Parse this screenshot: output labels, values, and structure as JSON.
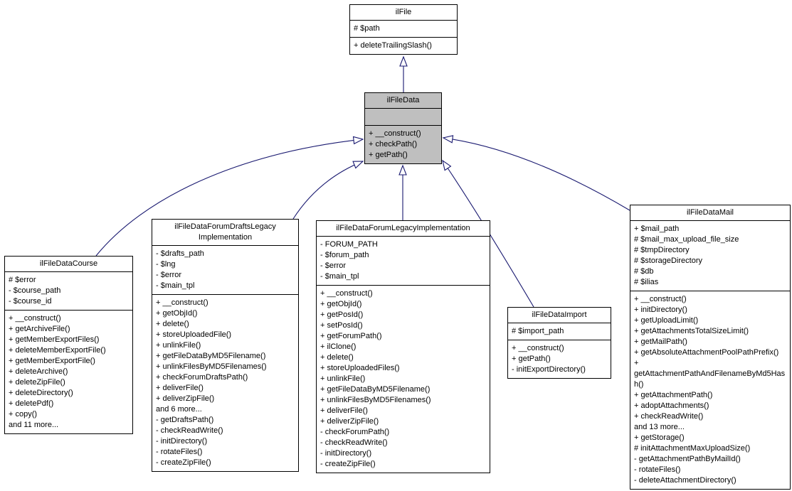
{
  "colors": {
    "node_fill": "#ffffff",
    "highlight_fill": "#bfbfbf",
    "node_border": "#000000",
    "arrow": "#191970"
  },
  "classes": {
    "file": {
      "title": "ilFile",
      "attributes": [
        "# $path"
      ],
      "methods": [
        "+ deleteTrailingSlash()"
      ]
    },
    "fileData": {
      "title": "ilFileData",
      "attributes": [],
      "methods": [
        "+ __construct()",
        "+ checkPath()",
        "+ getPath()"
      ]
    },
    "course": {
      "title": "ilFileDataCourse",
      "attributes": [
        "# $error",
        "- $course_path",
        "- $course_id"
      ],
      "methods": [
        "+ __construct()",
        "+ getArchiveFile()",
        "+ getMemberExportFiles()",
        "+ deleteMemberExportFile()",
        "+ getMemberExportFile()",
        "+ deleteArchive()",
        "+ deleteZipFile()",
        "+ deleteDirectory()",
        "+ deletePdf()",
        "+ copy()",
        "and 11 more..."
      ]
    },
    "drafts": {
      "title": [
        "ilFileDataForumDraftsLegacy",
        "Implementation"
      ],
      "attributes": [
        "- $drafts_path",
        "- $lng",
        "- $error",
        "- $main_tpl"
      ],
      "methods": [
        "+ __construct()",
        "+ getObjId()",
        "+ delete()",
        "+ storeUploadedFile()",
        "+ unlinkFile()",
        "+ getFileDataByMD5Filename()",
        "+ unlinkFilesByMD5Filenames()",
        "+ checkForumDraftsPath()",
        "+ deliverFile()",
        "+ deliverZipFile()",
        "and 6 more...",
        "- getDraftsPath()",
        "- checkReadWrite()",
        "- initDirectory()",
        "- rotateFiles()",
        "- createZipFile()"
      ]
    },
    "forum": {
      "title": "ilFileDataForumLegacyImplementation",
      "attributes": [
        "- FORUM_PATH",
        "- $forum_path",
        "- $error",
        "- $main_tpl"
      ],
      "methods": [
        "+ __construct()",
        "+ getObjId()",
        "+ getPosId()",
        "+ setPosId()",
        "+ getForumPath()",
        "+ ilClone()",
        "+ delete()",
        "+ storeUploadedFiles()",
        "+ unlinkFile()",
        "+ getFileDataByMD5Filename()",
        "+ unlinkFilesByMD5Filenames()",
        "+ deliverFile()",
        "+ deliverZipFile()",
        "- checkForumPath()",
        "- checkReadWrite()",
        "- initDirectory()",
        "- createZipFile()"
      ]
    },
    "import": {
      "title": "ilFileDataImport",
      "attributes": [
        "# $import_path"
      ],
      "methods": [
        "+ __construct()",
        "+ getPath()",
        "- initExportDirectory()"
      ]
    },
    "mail": {
      "title": "ilFileDataMail",
      "attributes": [
        "+ $mail_path",
        "# $mail_max_upload_file_size",
        "# $tmpDirectory",
        "# $storageDirectory",
        "# $db",
        "# $ilias"
      ],
      "methods": [
        "+ __construct()",
        "+ initDirectory()",
        "+ getUploadLimit()",
        "+ getAttachmentsTotalSizeLimit()",
        "+ getMailPath()",
        "+ getAbsoluteAttachmentPoolPathPrefix()",
        "+ getAttachmentPathAndFilenameByMd5Hash()",
        "+ getAttachmentPath()",
        "+ adoptAttachments()",
        "+ checkReadWrite()",
        "and 13 more...",
        "+ getStorage()",
        "# initAttachmentMaxUploadSize()",
        "- getAttachmentPathByMailId()",
        "- rotateFiles()",
        "- deleteAttachmentDirectory()"
      ]
    }
  }
}
